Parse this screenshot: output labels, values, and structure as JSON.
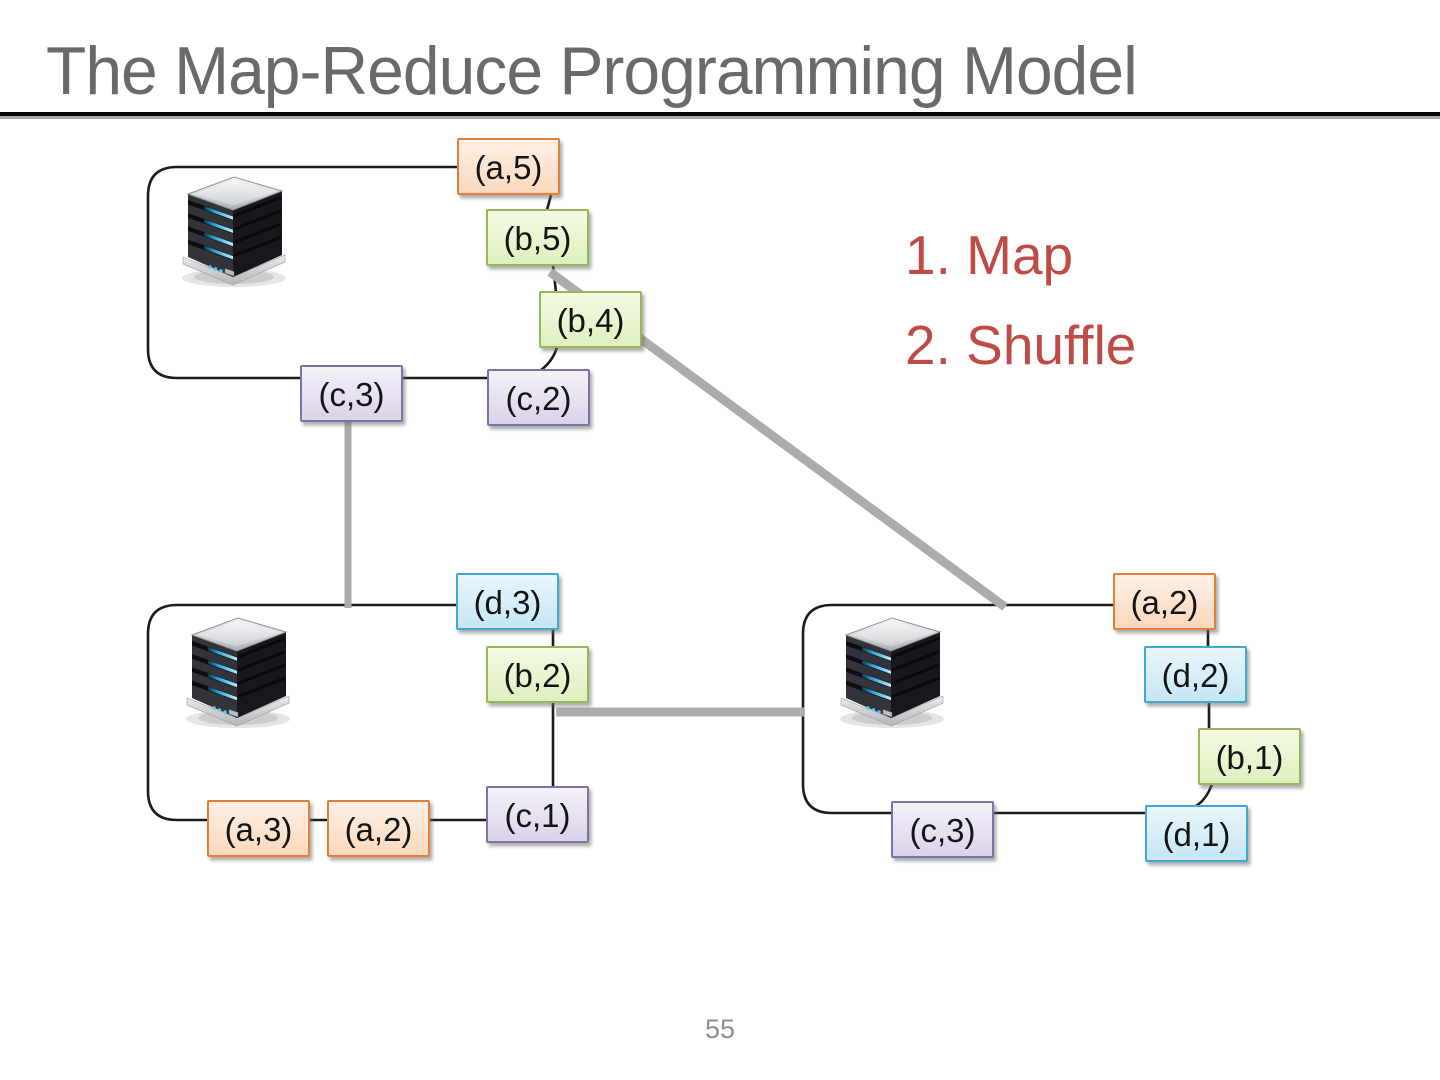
{
  "slide": {
    "title": "The Map-Reduce Programming Model",
    "page_number": "55"
  },
  "steps": [
    {
      "label": "1. Map"
    },
    {
      "label": "2. Shuffle"
    }
  ],
  "diagram": {
    "servers": [
      {
        "name": "server-top-left"
      },
      {
        "name": "server-bottom-left"
      },
      {
        "name": "server-bottom-right"
      }
    ],
    "nodes": [
      {
        "id": "a5",
        "label": "(a,5)",
        "color": "orange"
      },
      {
        "id": "b5",
        "label": "(b,5)",
        "color": "green"
      },
      {
        "id": "b4",
        "label": "(b,4)",
        "color": "green"
      },
      {
        "id": "c3-top",
        "label": "(c,3)",
        "color": "purple"
      },
      {
        "id": "c2",
        "label": "(c,2)",
        "color": "purple"
      },
      {
        "id": "d3",
        "label": "(d,3)",
        "color": "blue"
      },
      {
        "id": "b2",
        "label": "(b,2)",
        "color": "green"
      },
      {
        "id": "c1",
        "label": "(c,1)",
        "color": "purple"
      },
      {
        "id": "a3",
        "label": "(a,3)",
        "color": "orange"
      },
      {
        "id": "a2-left",
        "label": "(a,2)",
        "color": "orange"
      },
      {
        "id": "a2-right",
        "label": "(a,2)",
        "color": "orange"
      },
      {
        "id": "d2",
        "label": "(d,2)",
        "color": "blue"
      },
      {
        "id": "b1",
        "label": "(b,1)",
        "color": "green"
      },
      {
        "id": "d1",
        "label": "(d,1)",
        "color": "blue"
      },
      {
        "id": "c3-bottom",
        "label": "(c,3)",
        "color": "purple"
      }
    ]
  },
  "colors": {
    "title": "#6A6A6A",
    "steps": "#BF4B47",
    "page_number": "#8F8F8F",
    "connector_black": "#1C1C1C",
    "connector_gray": "#ACACAC",
    "node_orange_border": "#E0813B",
    "node_green_border": "#95B854",
    "node_blue_border": "#42A8CC",
    "node_purple_border": "#8070A5"
  }
}
